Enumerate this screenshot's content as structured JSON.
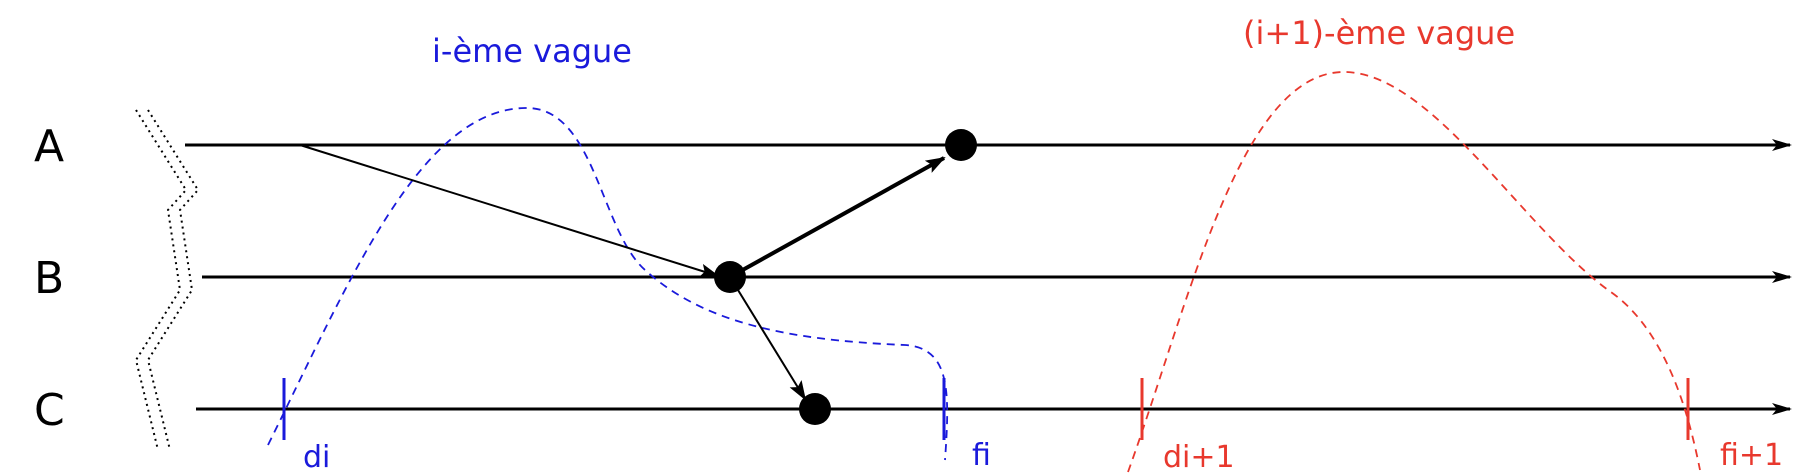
{
  "processes": [
    {
      "id": "A",
      "label": "A"
    },
    {
      "id": "B",
      "label": "B"
    },
    {
      "id": "C",
      "label": "C"
    }
  ],
  "waves": [
    {
      "title": "i-ème vague",
      "color": "#1a1adb",
      "start_label": "di",
      "end_label": "fi"
    },
    {
      "title": "(i+1)-ème vague",
      "color": "#e8382d",
      "start_label": "di+1",
      "end_label": "fi+1"
    }
  ]
}
